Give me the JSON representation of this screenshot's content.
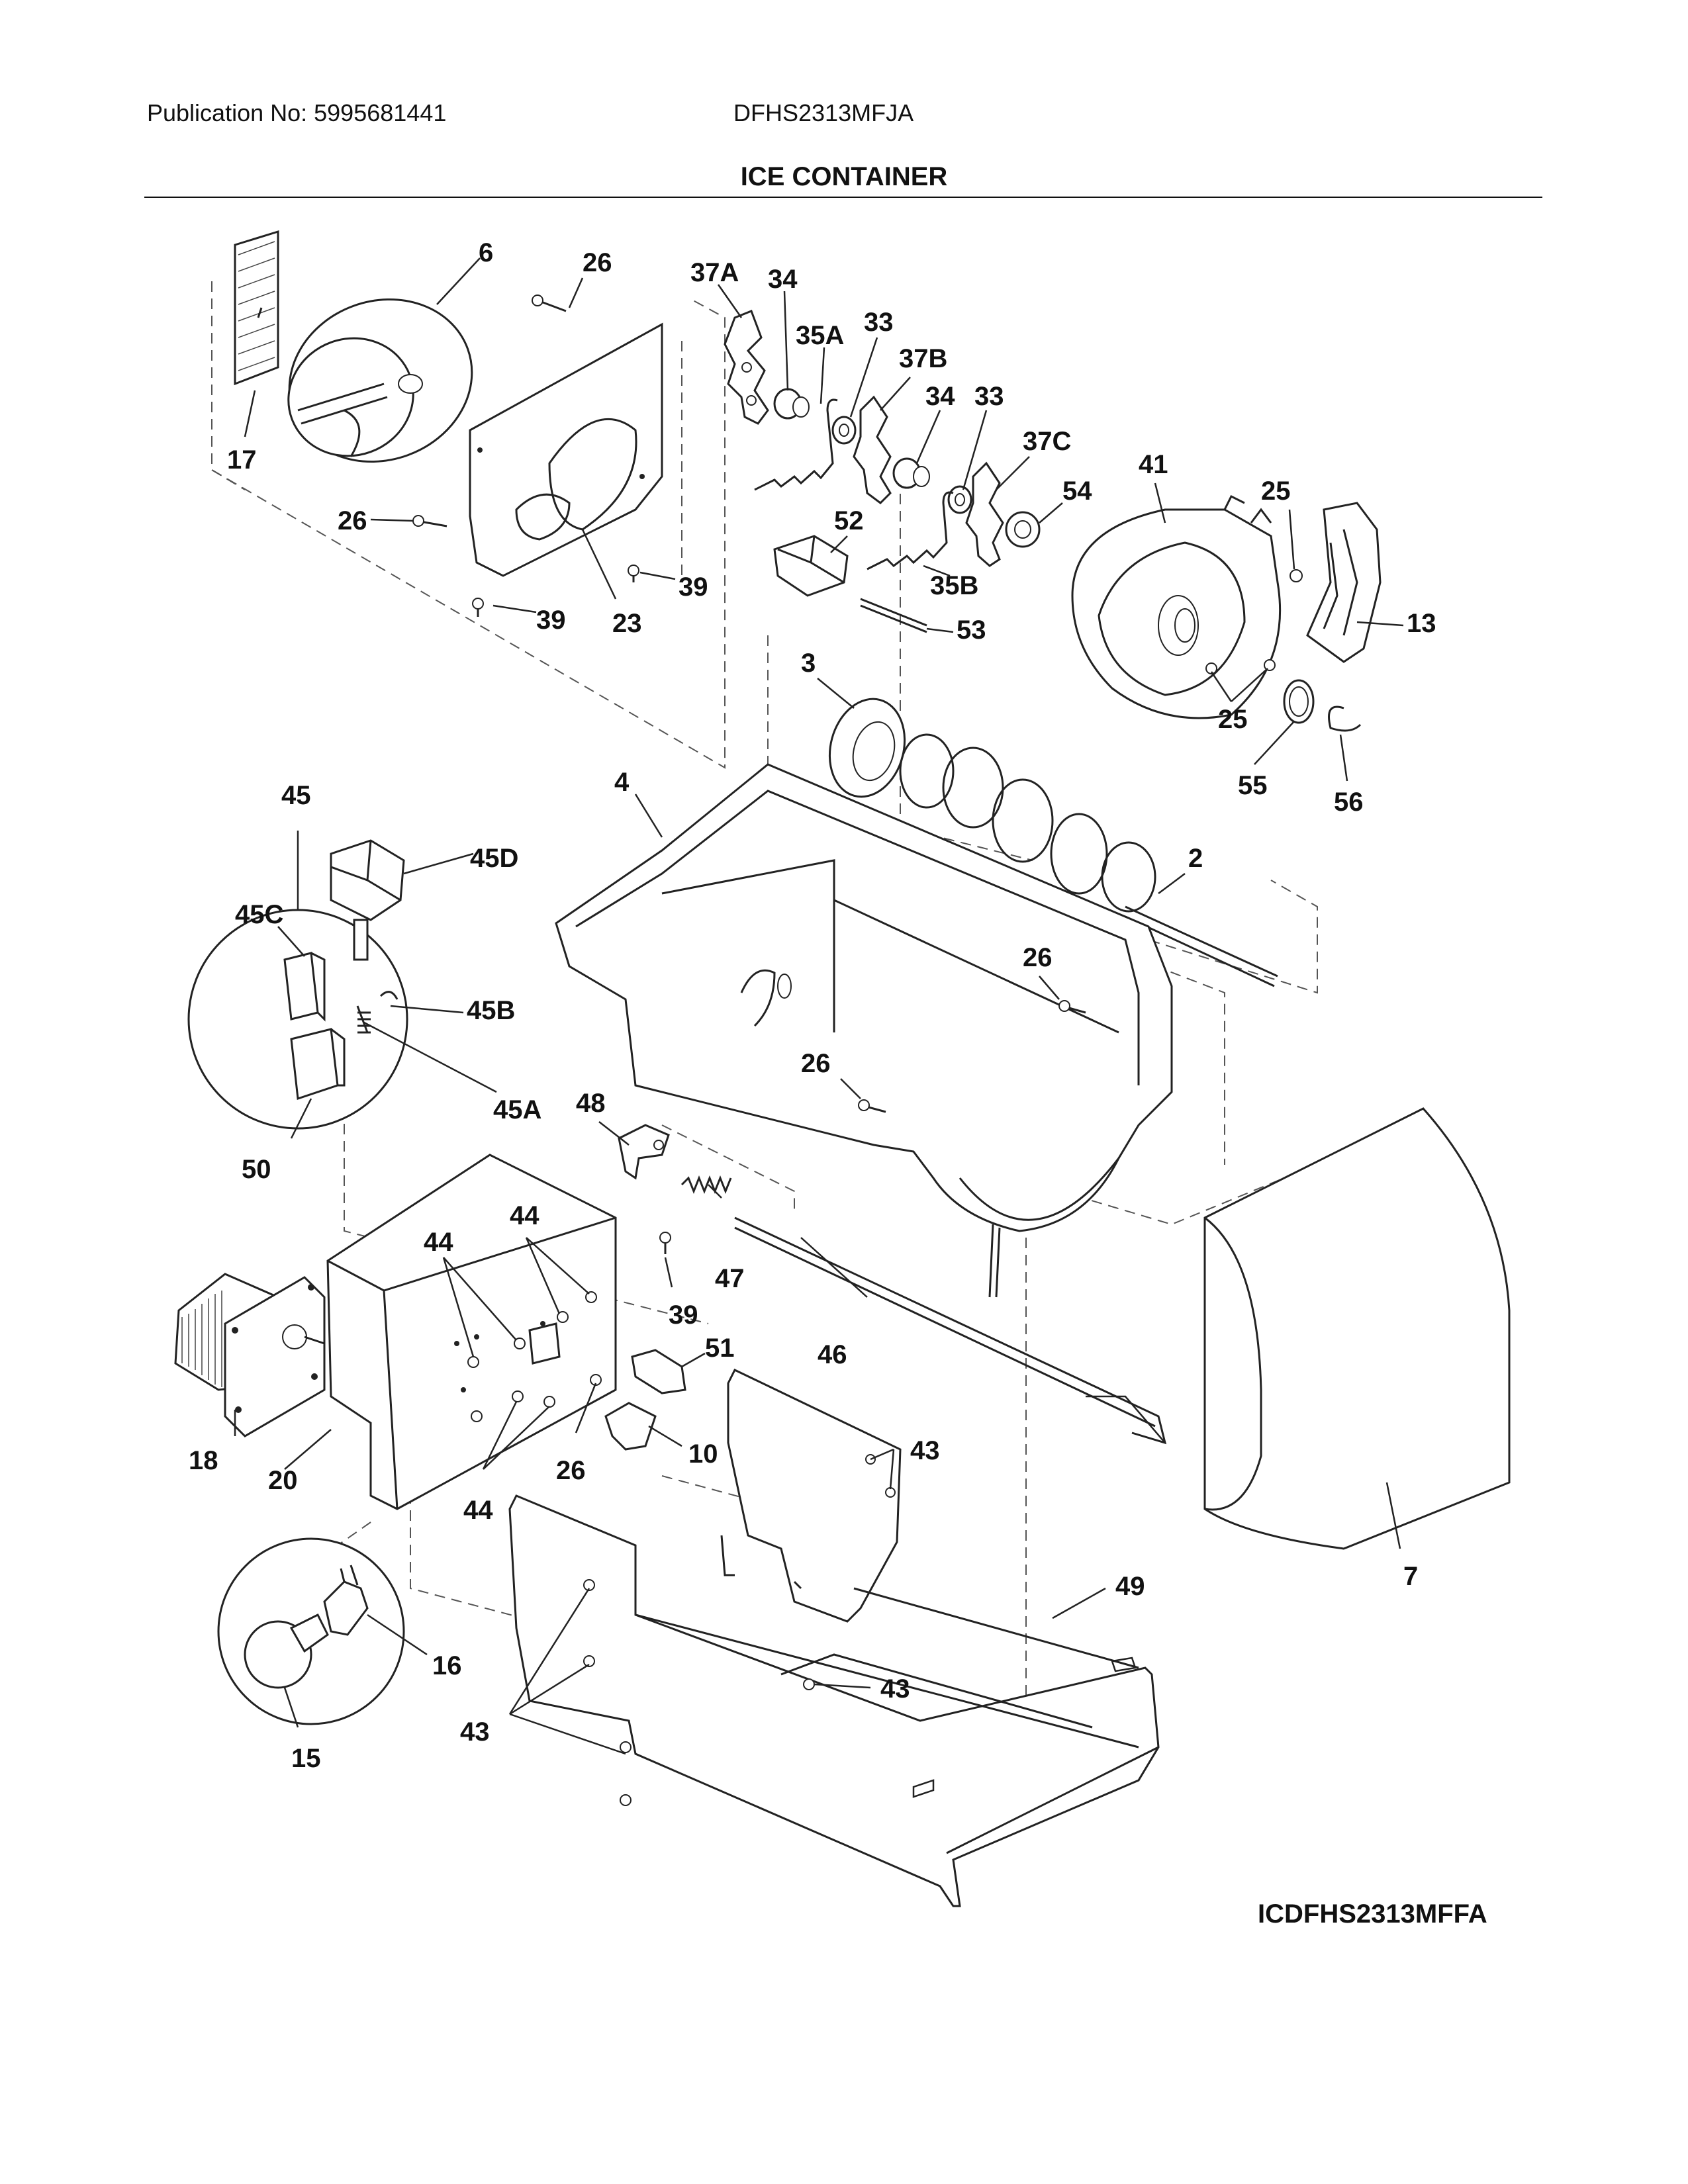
{
  "header": {
    "publication": "Publication No: 5995681441",
    "model": "DFHS2313MFJA",
    "title": "ICE CONTAINER"
  },
  "footer": {
    "code": "ICDFHS2313MFFA"
  },
  "callouts": {
    "c17": "17",
    "c6": "6",
    "c26a": "26",
    "c26b": "26",
    "c23": "23",
    "c39a": "39",
    "c39b": "39",
    "c37A": "37A",
    "c34a": "34",
    "c35A": "35A",
    "c33a": "33",
    "c37B": "37B",
    "c34b": "34",
    "c33b": "33",
    "c37C": "37C",
    "c54": "54",
    "c52": "52",
    "c35B": "35B",
    "c53": "53",
    "c41": "41",
    "c25a": "25",
    "c25b": "25",
    "c13": "13",
    "c3": "3",
    "c55": "55",
    "c56": "56",
    "c4": "4",
    "c2": "2",
    "c26c": "26",
    "c26d": "26",
    "c45": "45",
    "c45D": "45D",
    "c45C": "45C",
    "c45B": "45B",
    "c45A": "45A",
    "c50": "50",
    "c48": "48",
    "c47": "47",
    "c39c": "39",
    "c44a": "44",
    "c44b": "44",
    "c44c": "44",
    "c46": "46",
    "c51": "51",
    "c18": "18",
    "c20": "20",
    "c26e": "26",
    "c10": "10",
    "c43a": "43",
    "c43b": "43",
    "c43c": "43",
    "c49": "49",
    "c7": "7",
    "c16": "16",
    "c15": "15"
  }
}
